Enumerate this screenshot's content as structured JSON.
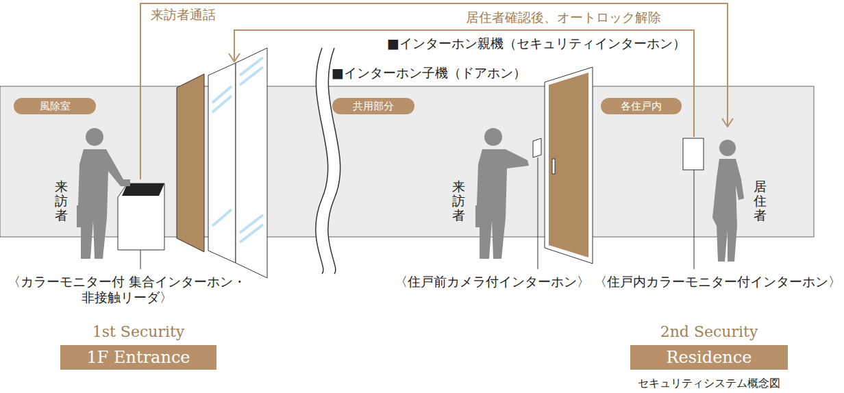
{
  "diagram": {
    "caption": "セキュリティシステム概念図",
    "nodes": [
      {
        "text": [
          "風除室"
        ]
      },
      {
        "text": [
          "共用部分"
        ]
      },
      {
        "text": [
          "各住戸内"
        ]
      },
      {
        "text": [
          "1st Security",
          "1F Entrance"
        ]
      },
      {
        "text": [
          "2nd Security",
          "Residence"
        ]
      }
    ],
    "labels": [
      "来訪者通話",
      "居住者確認後、オートロック解除",
      "■インターホン親機（セキュリティインターホン）",
      "■インターホン子機（ドアホン）",
      "来訪者",
      "来訪者",
      "居住者",
      "〈カラーモニター付 集合インターホン・非接触リーダ〉",
      "〈住戸前カメラ付インターホン〉",
      "〈住戸内カラーモニター付インターホン〉"
    ]
  }
}
